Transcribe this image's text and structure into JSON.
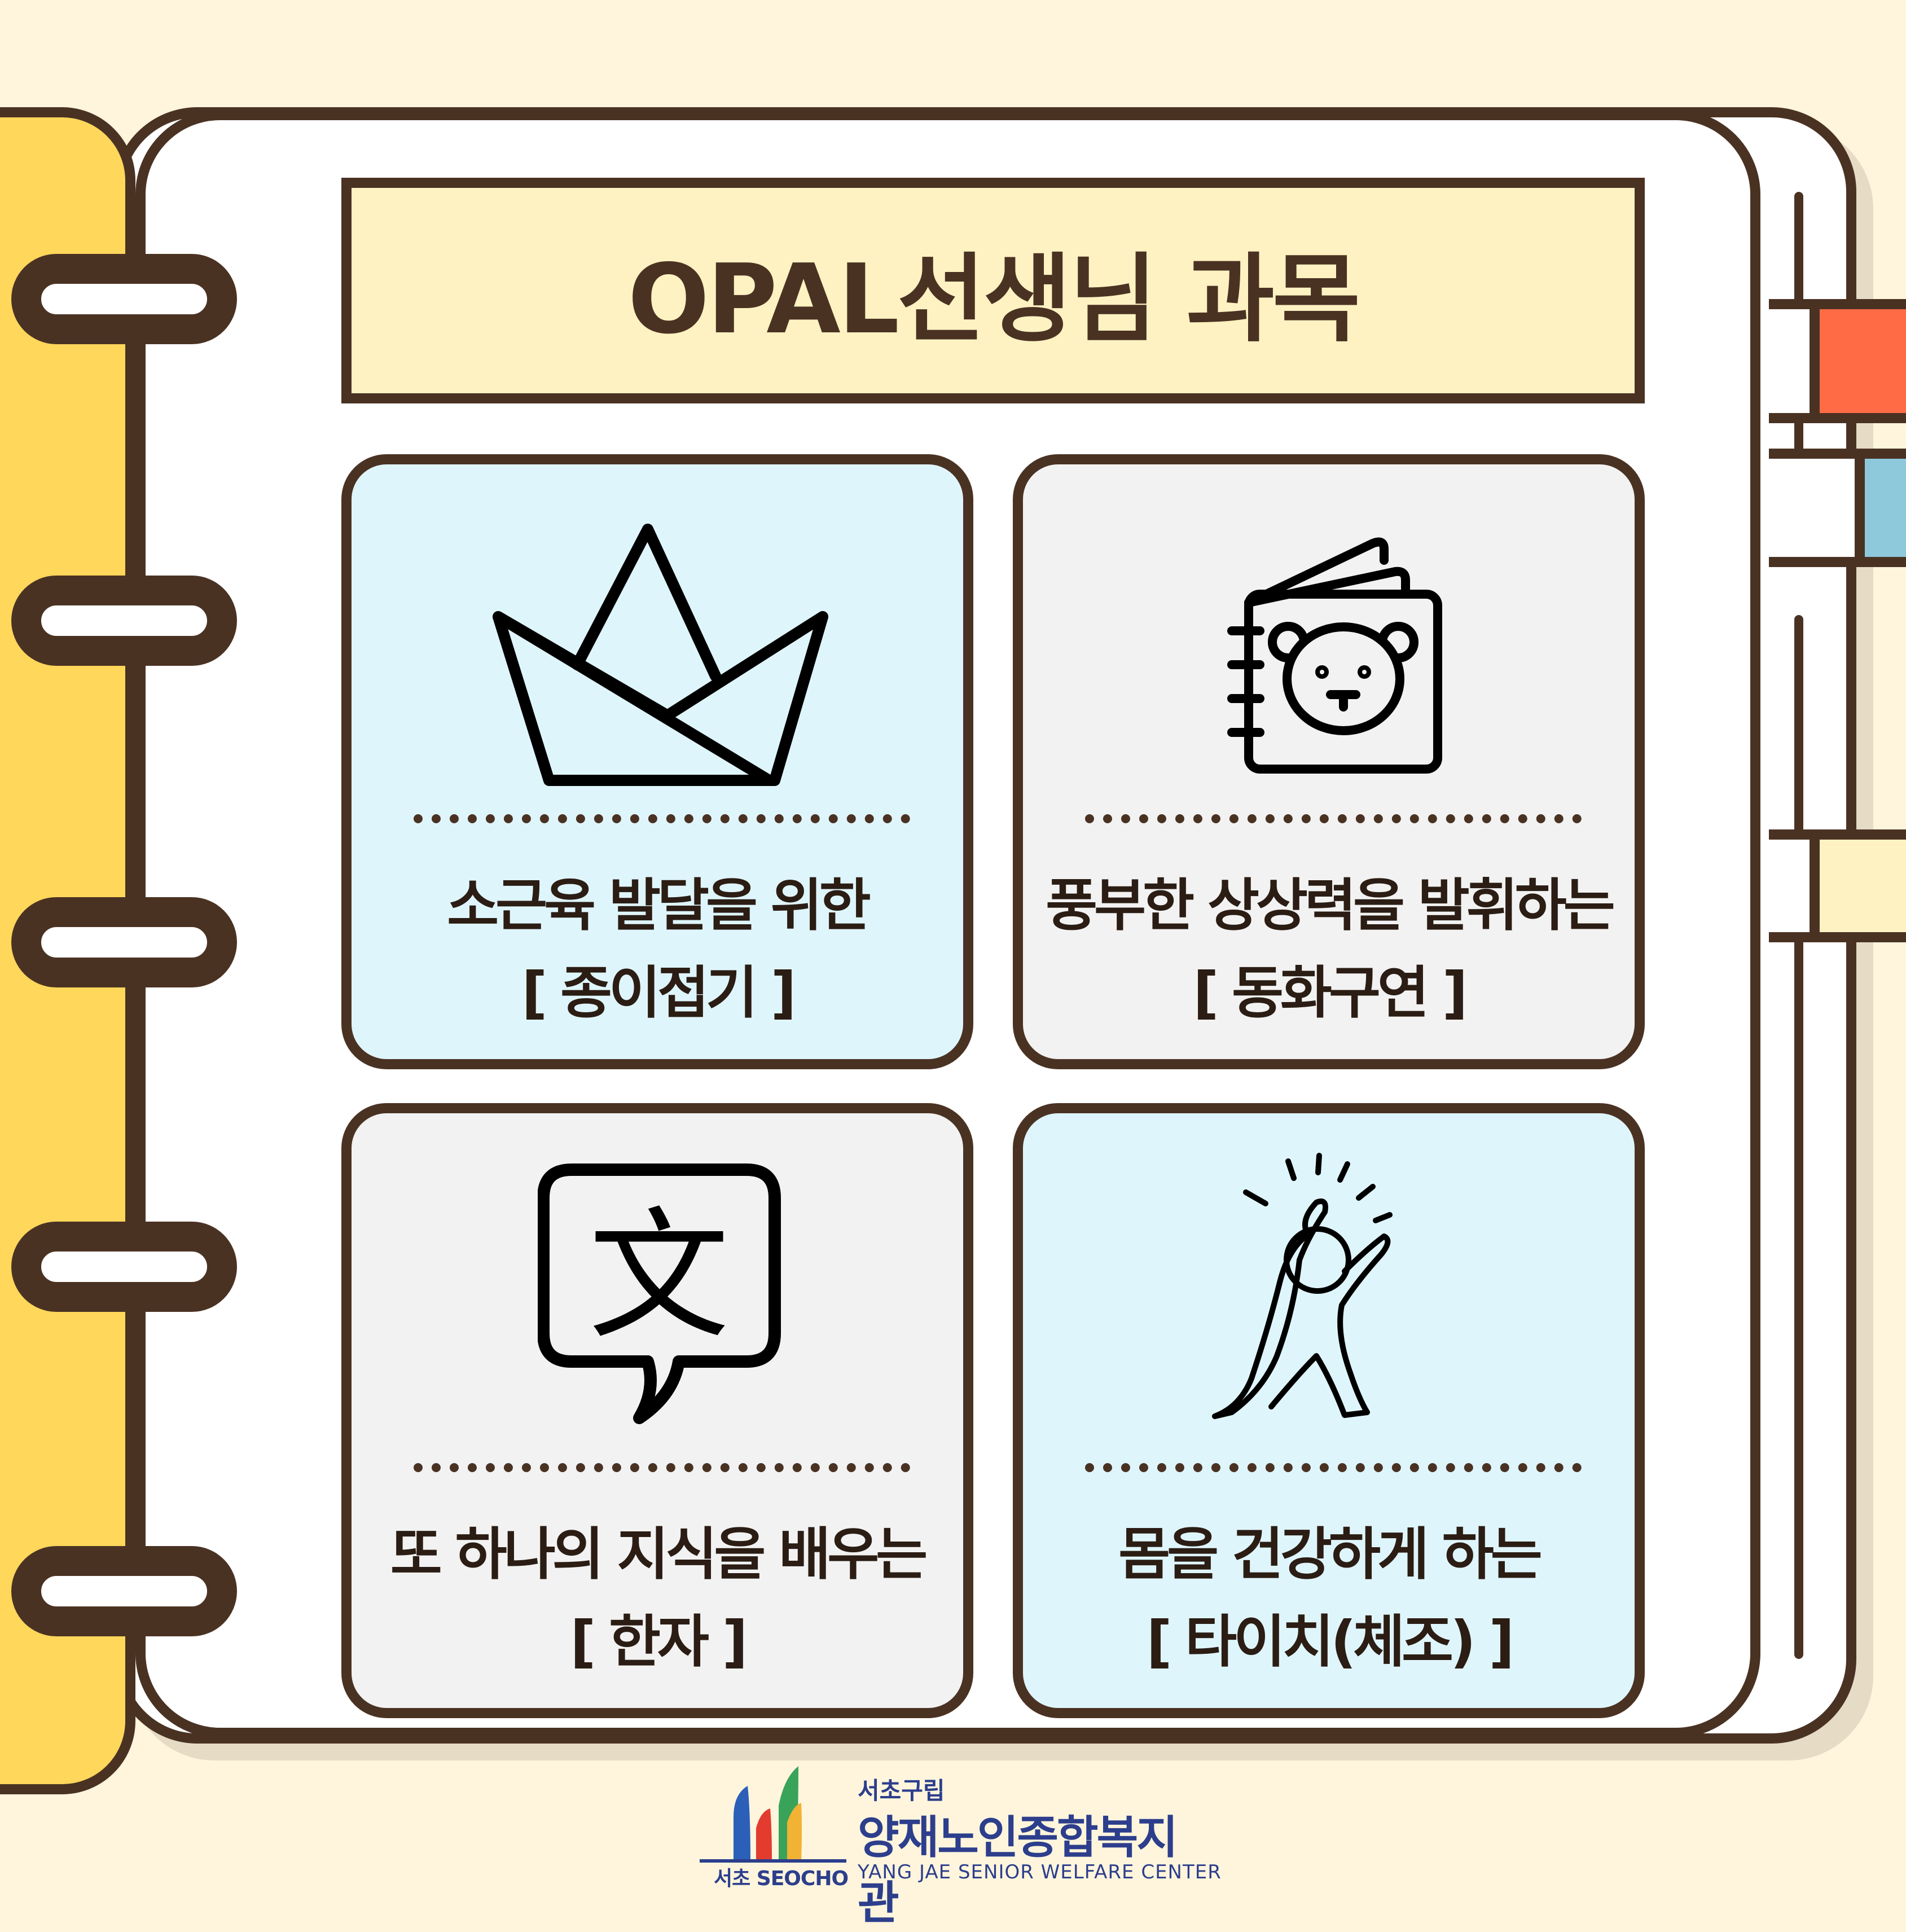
{
  "title": "OPAL선생님 과목",
  "cards": [
    {
      "line1": "소근육 발달을 위한",
      "line2": "[ 종이접기 ]",
      "icon": "paper-boat-icon"
    },
    {
      "line1": "풍부한 상상력을 발휘하는",
      "line2": "[ 동화구연 ]",
      "icon": "picture-book-icon"
    },
    {
      "line1": "또 하나의 지식을 배우는",
      "line2": "[ 한자 ]",
      "icon": "chinese-character-icon"
    },
    {
      "line1": "몸을 건강하게 하는",
      "line2": "[ 타이치(체조) ]",
      "icon": "stretching-person-icon"
    }
  ],
  "icon_glyph": "文",
  "logo": {
    "small": "서초구립",
    "main": "양재노인종합복지관",
    "english": "YANG JAE SENIOR WELFARE CENTER",
    "seocho": "서초 SEOCHO"
  },
  "colors": {
    "background": "#fef5dc",
    "outline": "#4a3223",
    "card_blue": "#dff5fc",
    "card_gray": "#f2f2f2",
    "title_box": "#fff2c2",
    "cover_yellow": "#ffd75b",
    "tab_red": "#ff6b45",
    "tab_blue": "#8ec9db",
    "tab_cream": "#fff2c2"
  }
}
